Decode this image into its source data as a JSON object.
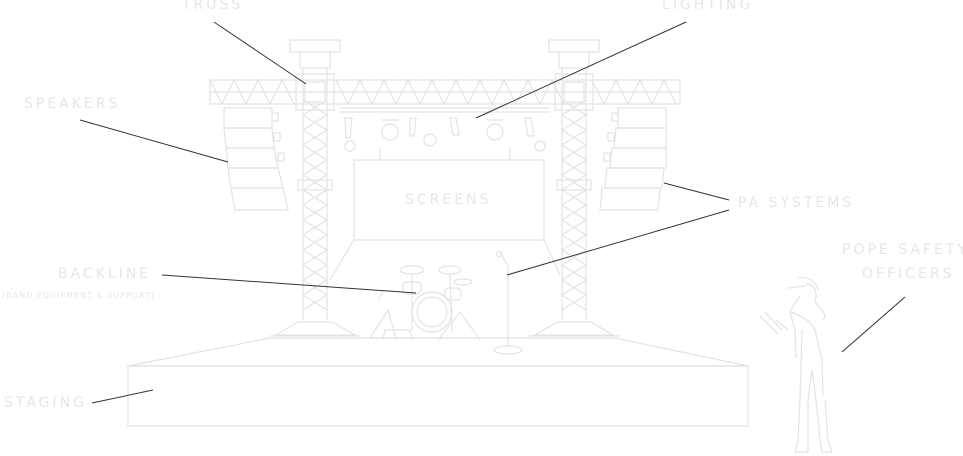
{
  "labels": {
    "truss": "TRUSS",
    "lighting": "LIGHTING",
    "speakers": "SPEAKERS",
    "screens": "SCREENS",
    "pa_systems": "PA SYSTEMS",
    "backline": "BACKLINE",
    "backline_sub": "(BAND EQUIPMENT & SUPPORT)",
    "pope_safety_line1": "POPE SAFETY",
    "pope_safety_line2": "OFFICERS",
    "staging": "STAGING"
  },
  "colors": {
    "drawing": "#e3e3e3",
    "leader_line": "#333333",
    "label_text": "#e6e6e6",
    "background": "#ffffff"
  }
}
